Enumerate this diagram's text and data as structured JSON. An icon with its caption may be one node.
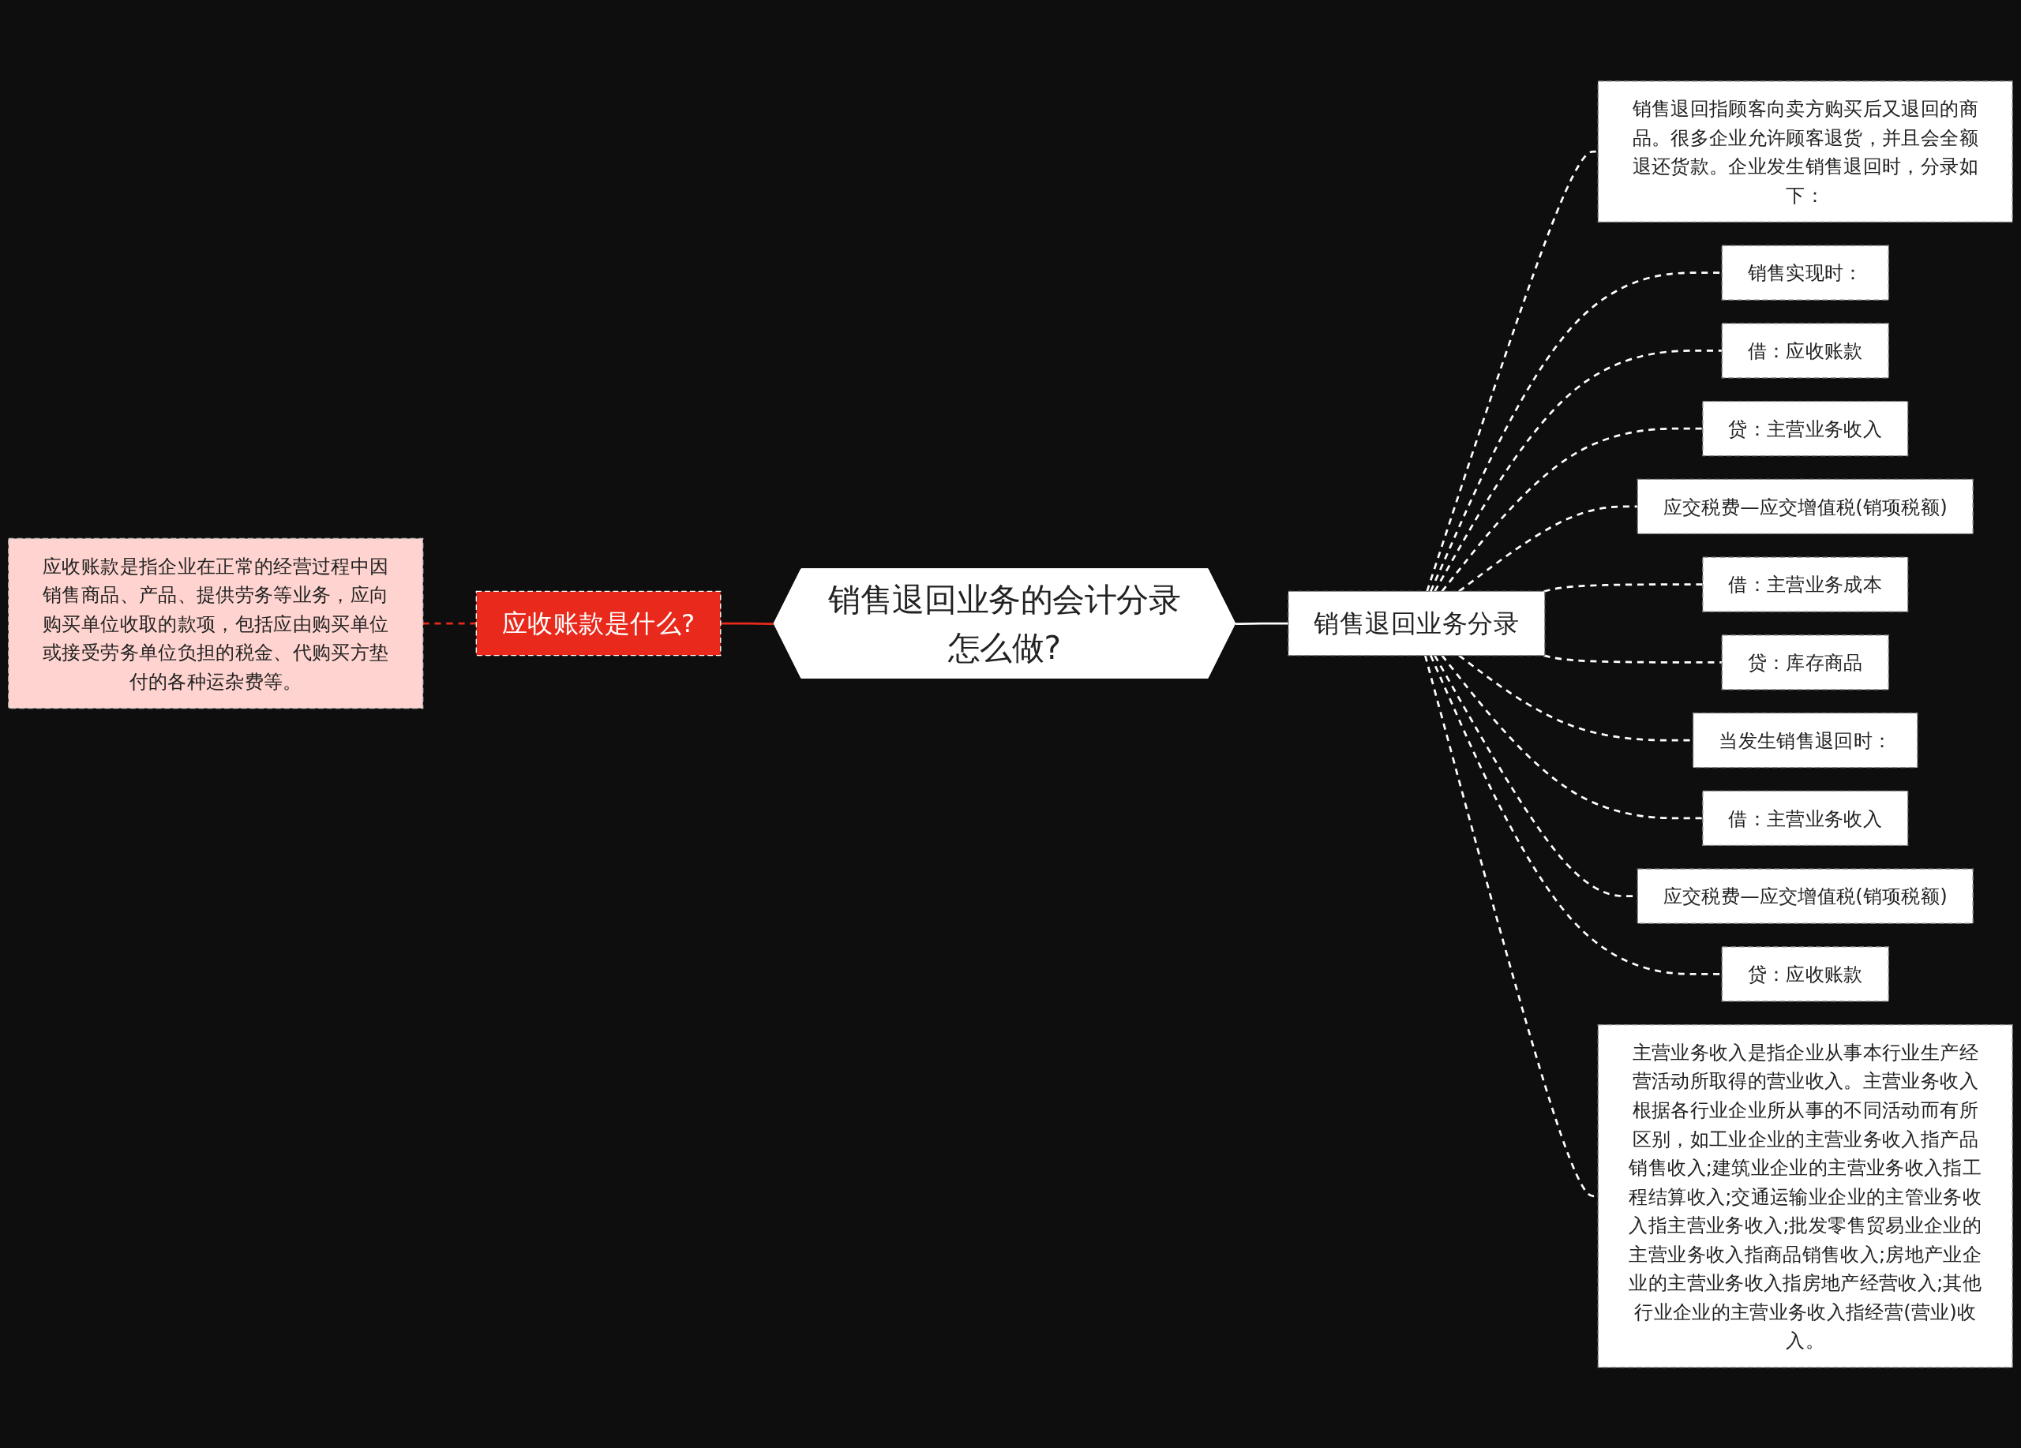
{
  "diagram": {
    "nodes": [
      {
        "text": [
          "销售退回业务的会计分录怎么做?"
        ]
      },
      {
        "text": [
          "应收账款是什么?"
        ]
      },
      {
        "text": [
          "应收账款是指企业在正常的经营过程中因销售商品、产品、提供劳务等业务，应向购买单位收取的款项，包括应由购买单位或接受劳务单位负担的税金、代购买方垫付的各种运杂费等。"
        ]
      },
      {
        "text": [
          "销售退回业务分录"
        ]
      },
      {
        "text": [
          "销售退回指顾客向卖方购买后又退回的商品。很多企业允许顾客退货，并且会全额退还货款。企业发生销售退回时，分录如下："
        ]
      },
      {
        "text": [
          "销售实现时："
        ]
      },
      {
        "text": [
          "借：应收账款"
        ]
      },
      {
        "text": [
          "贷：主营业务收入"
        ]
      },
      {
        "text": [
          "应交税费—应交增值税(销项税额)"
        ]
      },
      {
        "text": [
          "借：主营业务成本"
        ]
      },
      {
        "text": [
          "贷：库存商品"
        ]
      },
      {
        "text": [
          "当发生销售退回时："
        ]
      },
      {
        "text": [
          "借：主营业务收入"
        ]
      },
      {
        "text": [
          "应交税费—应交增值税(销项税额)"
        ]
      },
      {
        "text": [
          "贷：应收账款"
        ]
      },
      {
        "text": [
          "主营业务收入是指企业从事本行业生产经营活动所取得的营业收入。主营业务收入根据各行业企业所从事的不同活动而有所区别，如工业企业的主营业务收入指产品销售收入;建筑业企业的主营业务收入指工程结算收入;交通运输业企业的主管业务收入指主营业务收入;批发零售贸易业企业的主营业务收入指商品销售收入;房地产业企业的主营业务收入指房地产经营收入;其他行业企业的主营业务收入指经营(营业)收入。"
        ]
      }
    ],
    "edges": [
      {
        "from": 0,
        "to": 1,
        "arrow": "none",
        "color": "#e8291c"
      },
      {
        "from": 1,
        "to": 2,
        "arrow": "none",
        "style": "dashed",
        "color": "#e8291c"
      },
      {
        "from": 0,
        "to": 3,
        "arrow": "none"
      },
      {
        "from": 3,
        "to": 4,
        "arrow": "none",
        "style": "dashed"
      },
      {
        "from": 3,
        "to": 5,
        "arrow": "none",
        "style": "dashed"
      },
      {
        "from": 3,
        "to": 6,
        "arrow": "none",
        "style": "dashed"
      },
      {
        "from": 3,
        "to": 7,
        "arrow": "none",
        "style": "dashed"
      },
      {
        "from": 3,
        "to": 8,
        "arrow": "none",
        "style": "dashed"
      },
      {
        "from": 3,
        "to": 9,
        "arrow": "none",
        "style": "dashed"
      },
      {
        "from": 3,
        "to": 10,
        "arrow": "none",
        "style": "dashed"
      },
      {
        "from": 3,
        "to": 11,
        "arrow": "none",
        "style": "dashed"
      },
      {
        "from": 3,
        "to": 12,
        "arrow": "none",
        "style": "dashed"
      },
      {
        "from": 3,
        "to": 13,
        "arrow": "none",
        "style": "dashed"
      },
      {
        "from": 3,
        "to": 14,
        "arrow": "none",
        "style": "dashed"
      },
      {
        "from": 3,
        "to": 15,
        "arrow": "none",
        "style": "dashed"
      }
    ]
  }
}
